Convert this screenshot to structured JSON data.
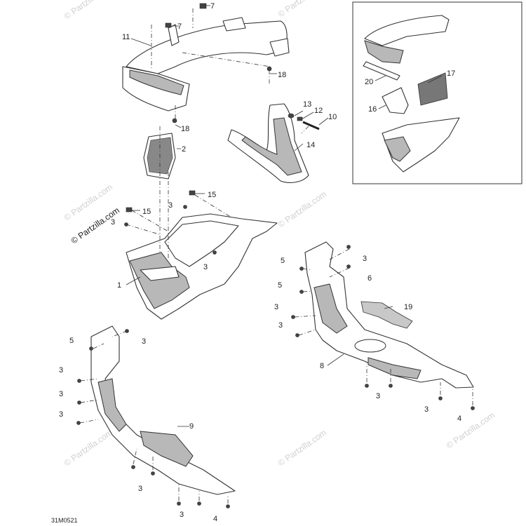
{
  "diagram": {
    "code": "31M0521",
    "watermark_faint": "© Partzilla.com",
    "watermark_bold": "© Partzilla.com",
    "callouts": {
      "c11": "11",
      "c7a": "7",
      "c7b": "7",
      "c18a": "18",
      "c18b": "18",
      "c13": "13",
      "c12": "12",
      "c10": "10",
      "c14": "14",
      "c2": "2",
      "c15a": "15",
      "c15b": "15",
      "c3a": "3",
      "c3b": "3",
      "c3c": "3",
      "c1": "1",
      "c20": "20",
      "c17": "17",
      "c16": "16",
      "c5a": "5",
      "c5b": "5",
      "c3d": "3",
      "c6": "6",
      "c3e": "3",
      "c3f": "3",
      "c19": "19",
      "c8": "8",
      "c3g": "3",
      "c3h": "3",
      "c4a": "4",
      "c5c": "5",
      "c3i": "3",
      "c3j": "3",
      "c3k": "3",
      "c3l": "3",
      "c9": "9",
      "c3m": "3",
      "c3n": "3",
      "c4b": "4"
    }
  }
}
